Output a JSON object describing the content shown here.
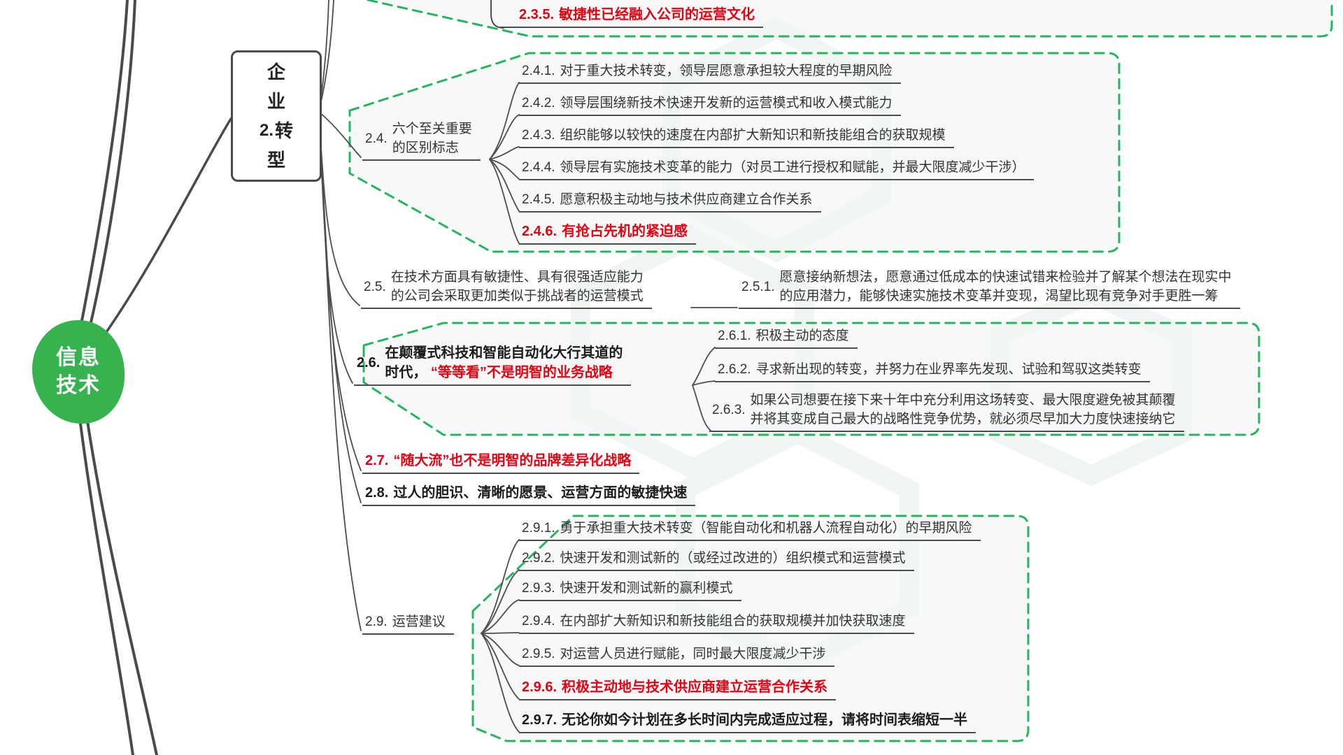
{
  "colors": {
    "circle_green": "#36b34e",
    "boundary_green": "#27b45e",
    "emphasis_red": "#e60012",
    "line_dark": "#4a4a4a"
  },
  "central": {
    "line1": "信息",
    "line2": "技术"
  },
  "branch2": {
    "num": "2.",
    "char1": "企",
    "char2": "业",
    "char3": "转",
    "char4": "型"
  },
  "item2_3_5": {
    "num": "2.3.5.",
    "text": "敏捷性已经融入公司的运营文化"
  },
  "group2_4": {
    "label_num": "2.4.",
    "label_line1": "六个至关重要",
    "label_line2": "的区别标志",
    "items": [
      {
        "num": "2.4.1.",
        "text": "对于重大技术转变，领导层愿意承担较大程度的早期风险"
      },
      {
        "num": "2.4.2.",
        "text": "领导层围绕新技术快速开发新的运营模式和收入模式能力"
      },
      {
        "num": "2.4.3.",
        "text": "组织能够以较快的速度在内部扩大新知识和新技能组合的获取规模"
      },
      {
        "num": "2.4.4.",
        "text": "领导层有实施技术变革的能力（对员工进行授权和赋能，并最大限度减少干涉）"
      },
      {
        "num": "2.4.5.",
        "text": "愿意积极主动地与技术供应商建立合作关系"
      },
      {
        "num": "2.4.6.",
        "text": "有抢占先机的紧迫感"
      }
    ]
  },
  "item2_5": {
    "num": "2.5.",
    "line1": "在技术方面具有敏捷性、具有很强适应能力",
    "line2": "的公司会采取更加类似于挑战者的运营模式"
  },
  "item2_5_1": {
    "num": "2.5.1.",
    "line1": "愿意接纳新想法，愿意通过低成本的快速试错来检验并了解某个想法在现实中",
    "line2": "的应用潜力，能够快速实施技术变革并变现，渴望比现有竞争对手更胜一筹"
  },
  "group2_6": {
    "label_num": "2.6.",
    "label_line1": "在颠覆式科技和智能自动化大行其道的",
    "label_line2_black": "时代，",
    "label_line2_red": "“等等看”不是明智的业务战略",
    "item1": {
      "num": "2.6.1.",
      "text": "积极主动的态度"
    },
    "item2": {
      "num": "2.6.2.",
      "text": "寻求新出现的转变，并努力在业界率先发现、试验和驾驭这类转变"
    },
    "item3": {
      "num": "2.6.3.",
      "line1": "如果公司想要在接下来十年中充分利用这场转变、最大限度避免被其颠覆",
      "line2": "并将其变成自己最大的战略性竞争优势，就必须尽早加大力度快速接纳它"
    }
  },
  "item2_7": {
    "num": "2.7.",
    "text": "“随大流”也不是明智的品牌差异化战略"
  },
  "item2_8": {
    "num": "2.8.",
    "text": "过人的胆识、清晰的愿景、运营方面的敏捷快速"
  },
  "group2_9": {
    "label_num": "2.9.",
    "label_text": "运营建议",
    "items": [
      {
        "num": "2.9.1.",
        "text": "勇于承担重大技术转变（智能自动化和机器人流程自动化）的早期风险"
      },
      {
        "num": "2.9.2.",
        "text": "快速开发和测试新的（或经过改进的）组织模式和运营模式"
      },
      {
        "num": "2.9.3.",
        "text": "快速开发和测试新的赢利模式"
      },
      {
        "num": "2.9.4.",
        "text": "在内部扩大新知识和新技能组合的获取规模并加快获取速度"
      },
      {
        "num": "2.9.5.",
        "text": "对运营人员进行赋能，同时最大限度减少干涉"
      },
      {
        "num": "2.9.6.",
        "text": "积极主动地与技术供应商建立运营合作关系"
      },
      {
        "num": "2.9.7.",
        "text": "无论你如今计划在多长时间内完成适应过程，请将时间表缩短一半"
      }
    ]
  }
}
